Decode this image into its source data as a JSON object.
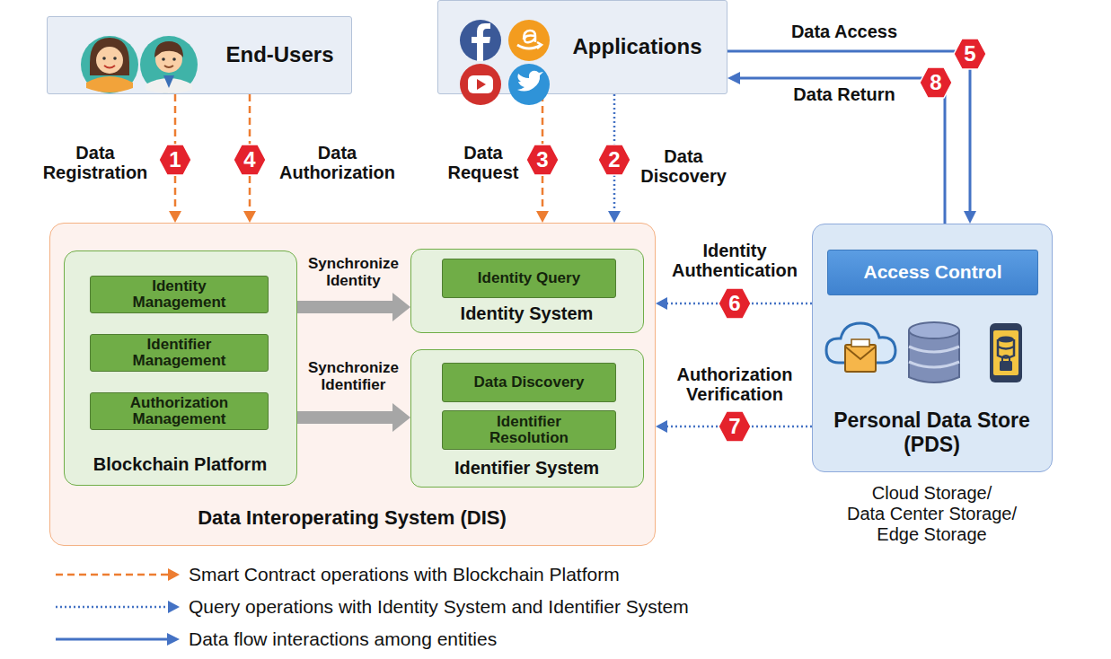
{
  "diagram": {
    "nodes": [
      {
        "text": [
          "End-Users"
        ]
      },
      {
        "text": [
          "Applications"
        ]
      },
      {
        "text": [
          "Data Interoperating System (DIS)"
        ]
      },
      {
        "text": [
          "Blockchain Platform"
        ],
        "in": 2
      },
      {
        "text": [
          "Identity Management"
        ],
        "in": 3
      },
      {
        "text": [
          "Identifier Management"
        ],
        "in": 3
      },
      {
        "text": [
          "Authorization Management"
        ],
        "in": 3
      },
      {
        "text": [
          "Identity System"
        ],
        "in": 2
      },
      {
        "text": [
          "Identity Query"
        ],
        "in": 7
      },
      {
        "text": [
          "Identifier System"
        ],
        "in": 2
      },
      {
        "text": [
          "Data Discovery"
        ],
        "in": 9
      },
      {
        "text": [
          "Identifier Resolution"
        ],
        "in": 9
      },
      {
        "text": [
          "Personal Data Store (PDS)",
          "Cloud Storage/ Data Center Storage/ Edge Storage"
        ]
      },
      {
        "text": [
          "Access Control"
        ],
        "in": 12
      }
    ],
    "edges": [
      {
        "from": 0,
        "to": 2,
        "arrow": "to",
        "label": "Data Registration"
      },
      {
        "from": 0,
        "to": 2,
        "arrow": "to",
        "label": "Data Authorization"
      },
      {
        "from": 1,
        "to": 2,
        "arrow": "to",
        "label": "Data Request"
      },
      {
        "from": 1,
        "to": 2,
        "arrow": "to",
        "label": "Data Discovery"
      },
      {
        "from": 3,
        "to": 7,
        "arrow": "to",
        "label": "Synchronize Identity"
      },
      {
        "from": 3,
        "to": 9,
        "arrow": "to",
        "label": "Synchronize Identifier"
      },
      {
        "from": 1,
        "to": 12,
        "arrow": "to",
        "label": "Data Access"
      },
      {
        "from": 12,
        "to": 1,
        "arrow": "to",
        "label": "Data Return"
      },
      {
        "from": 12,
        "to": 2,
        "arrow": "to",
        "label": "Identity Authentication"
      },
      {
        "from": 12,
        "to": 2,
        "arrow": "to",
        "label": "Authorization Verification"
      }
    ],
    "labels": [
      "1",
      "2",
      "3",
      "4",
      "5",
      "6",
      "7",
      "8"
    ],
    "legend": [
      {
        "text": "Smart Contract operations with Blockchain Platform"
      },
      {
        "text": "Query operations with Identity System and Identifier System"
      },
      {
        "text": "Data flow interactions among entities"
      }
    ]
  }
}
